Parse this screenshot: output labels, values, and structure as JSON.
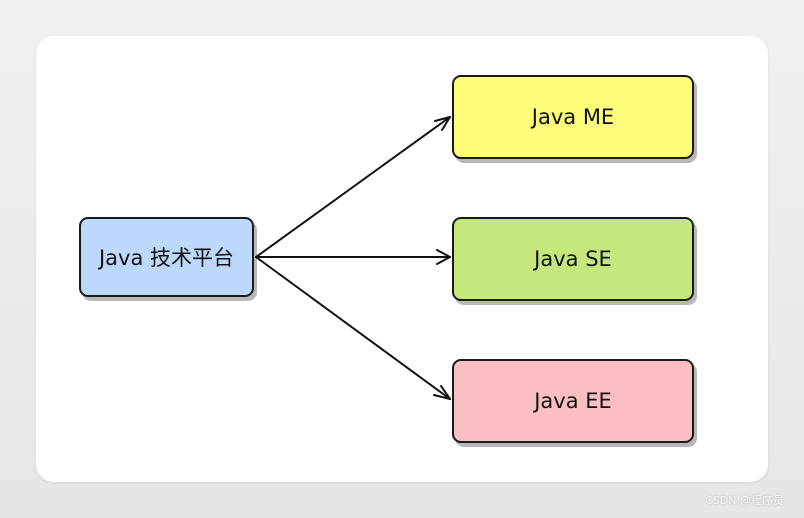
{
  "diagram": {
    "root": {
      "label": "Java 技术平台",
      "color": "#bcd8fb"
    },
    "children": [
      {
        "key": "me",
        "label": "Java ME",
        "color": "#fdfd7a"
      },
      {
        "key": "se",
        "label": "Java SE",
        "color": "#c4e87c"
      },
      {
        "key": "ee",
        "label": "Java EE",
        "color": "#fbbec3"
      }
    ],
    "edges": [
      {
        "from": "root",
        "to": "me"
      },
      {
        "from": "root",
        "to": "se"
      },
      {
        "from": "root",
        "to": "ee"
      }
    ]
  },
  "watermark": "CSDN @程序员"
}
